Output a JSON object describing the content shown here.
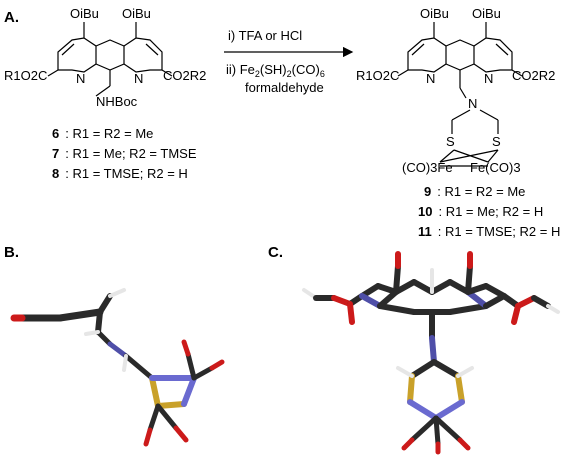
{
  "panels": {
    "a": "A.",
    "b": "B.",
    "c": "C."
  },
  "reaction": {
    "step_i": "i) TFA or HCl",
    "step_ii_prefix": "ii) Fe",
    "step_ii_sub1": "2",
    "step_ii_mid": "(SH)",
    "step_ii_sub2": "2",
    "step_ii_suffix": "(CO)",
    "step_ii_sub3": "6",
    "step_ii_line2": "formaldehyde"
  },
  "left_structure": {
    "substituent_a": "OiBu",
    "substituent_b": "OiBu",
    "left_ester": "R1O2C",
    "right_ester": "CO2R2",
    "amine": "NHBoc",
    "nitrogen": "N"
  },
  "right_structure": {
    "substituent_a": "OiBu",
    "substituent_b": "OiBu",
    "left_ester": "R1O2C",
    "right_ester": "CO2R2",
    "nitrogen": "N",
    "sulfur": "S",
    "iron": "Fe",
    "co_left": "(CO)3Fe",
    "co_right": "Fe(CO)3"
  },
  "compounds": [
    {
      "num": "6",
      "text": ": R1 = R2 = Me"
    },
    {
      "num": "7",
      "text": ": R1 = Me; R2 = TMSE"
    },
    {
      "num": "8",
      "text": ": R1 = TMSE; R2 = H"
    },
    {
      "num": "9",
      "text": ": R1 = R2 = Me"
    },
    {
      "num": "10",
      "text": ": R1 = Me; R2 = H"
    },
    {
      "num": "11",
      "text": ": R1 = TMSE; R2 = H"
    }
  ],
  "colors": {
    "carbon": "#2a2a2a",
    "oxygen": "#cc1a1a",
    "nitrogen": "#4f4fa8",
    "sulfur": "#c9a12a",
    "iron": "#6a6ad0",
    "hydrogen": "#e6e6e6"
  }
}
